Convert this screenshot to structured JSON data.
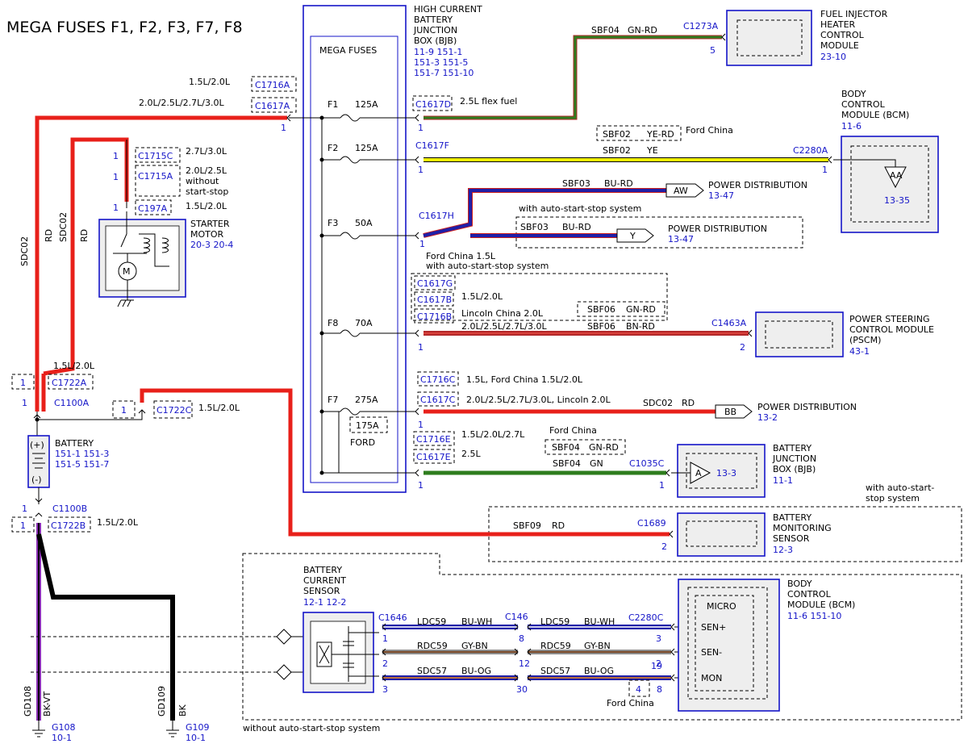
{
  "title": "MEGA FUSES F1, F2, F3, F7, F8",
  "bjb": {
    "name": "HIGH CURRENT BATTERY JUNCTION BOX (BJB)",
    "name_lines": [
      "HIGH CURRENT",
      "BATTERY",
      "JUNCTION",
      "BOX (BJB)"
    ],
    "refs": [
      "11-9   151-1",
      "151-3   151-5",
      "151-7   151-10"
    ],
    "label": "MEGA FUSES",
    "fuses": [
      {
        "id": "F1",
        "rating": "125A"
      },
      {
        "id": "F2",
        "rating": "125A"
      },
      {
        "id": "F3",
        "rating": "50A"
      },
      {
        "id": "F8",
        "rating": "70A"
      },
      {
        "id": "F7",
        "rating": "275A"
      }
    ],
    "ford_fuse": {
      "rating": "175A",
      "label": "FORD"
    }
  },
  "modules": {
    "fuel_injector": {
      "lines": [
        "FUEL INJECTOR",
        "HEATER",
        "CONTROL",
        "MODULE"
      ],
      "ref": "23-10",
      "connector": "C1273A",
      "pin": "5"
    },
    "bcm_top": {
      "lines": [
        "BODY",
        "CONTROL",
        "MODULE (BCM)"
      ],
      "ref": "11-6",
      "connector": "C2280A",
      "pin": "1",
      "terminal": "AA",
      "terminal_ref": "13-35"
    },
    "pscm": {
      "lines": [
        "POWER STEERING",
        "CONTROL MODULE",
        "(PSCM)"
      ],
      "ref": "43-1",
      "connector": "C1463A",
      "pin": "2"
    },
    "bjb_battery": {
      "lines": [
        "BATTERY",
        "JUNCTION",
        "BOX (BJB)"
      ],
      "ref": "11-1",
      "connector": "C1035C",
      "pin": "1",
      "terminal": "A",
      "terminal_ref": "13-3"
    },
    "bms": {
      "lines": [
        "BATTERY",
        "MONITORING",
        "SENSOR"
      ],
      "ref": "12-3",
      "connector": "C1689",
      "pin": "2",
      "note": [
        "with auto-start-",
        "stop system"
      ]
    },
    "bcm_bottom": {
      "lines": [
        "BODY",
        "CONTROL",
        "MODULE (BCM)"
      ],
      "refs": "11-6   151-10",
      "connector": "C2280C",
      "micro": "MICRO",
      "pins": [
        "SEN+",
        "SEN-",
        "MON"
      ],
      "pin_numbers": [
        "3",
        "2",
        "19",
        "8"
      ]
    },
    "starter": {
      "lines": [
        "STARTER",
        "MOTOR"
      ],
      "refs": "20-3   20-4"
    },
    "battery": {
      "label": "BATTERY",
      "refs": [
        "151-1   151-3",
        "151-5   151-7"
      ],
      "plus": "(+)",
      "minus": "(-)"
    },
    "bcs": {
      "lines": [
        "BATTERY",
        "CURRENT",
        "SENSOR"
      ],
      "refs": "12-1   12-2"
    }
  },
  "circuits": {
    "f1": {
      "connectors": [
        "C1716A",
        "C1617A"
      ],
      "variants": [
        "1.5L/2.0L",
        "2.0L/2.5L/2.7L/3.0L"
      ],
      "pin": "1",
      "out_connector": "C1617D",
      "out_note": "2.5L flex fuel",
      "out_pin": "1",
      "circuit": "SBF04",
      "color": "GN-RD"
    },
    "f2": {
      "out_connector": "C1617F",
      "out_pin": "1",
      "alt_circuit": "SBF02",
      "alt_color": "YE-RD",
      "alt_note": "Ford China",
      "circuit": "SBF02",
      "color": "YE"
    },
    "f3": {
      "out_connector": "C1617H",
      "out_pin": "1",
      "circuit": "SBF03",
      "color": "BU-RD",
      "dest": "POWER DISTRIBUTION",
      "dest_ref": "13-47",
      "terminal": "AW",
      "alt_header": "with auto-start-stop system",
      "alt_circuit": "SBF03",
      "alt_color": "BU-RD",
      "alt_terminal": "Y",
      "alt_dest": "POWER DISTRIBUTION",
      "alt_ref": "13-47",
      "alt_note": [
        "Ford China 1.5L",
        "with auto-start-stop system"
      ]
    },
    "f8": {
      "connectors": [
        "C1617G",
        "C1617B",
        "C1716B"
      ],
      "variants": [
        "1.5L/2.0L",
        "Lincoln China 2.0L",
        "2.0L/2.5L/2.7L/3.0L"
      ],
      "alt_circuit": "SBF06",
      "alt_color": "GN-RD",
      "circuit": "SBF06",
      "color": "BN-RD",
      "pin": "1"
    },
    "f7": {
      "connectors": [
        "C1716C",
        "C1617C"
      ],
      "variants": [
        "1.5L, Ford China 1.5L/2.0L",
        "2.0L/2.5L/2.7L/3.0L, Lincoln 2.0L"
      ],
      "pin": "1",
      "circuit": "SDC02",
      "color": "RD",
      "terminal": "BB",
      "dest": "POWER DISTRIBUTION",
      "dest_ref": "13-2"
    },
    "ford": {
      "connectors": [
        "C1716E",
        "C1617E"
      ],
      "variants": [
        "1.5L/2.0L/2.7L",
        "2.5L"
      ],
      "pin": "1",
      "alt_note": "Ford China",
      "alt_circuit": "SBF04",
      "alt_color": "GN-RD",
      "circuit": "SBF04",
      "color": "GN"
    },
    "bms_feed": {
      "circuit": "SBF09",
      "color": "RD"
    },
    "starter": {
      "connectors": [
        "C1715C",
        "C1715A",
        "C197A"
      ],
      "variants": [
        "2.7L/3.0L",
        "2.0L/2.5L without start-stop",
        "1.5L/2.0L"
      ],
      "variant_lines": [
        "2.0L/2.5L",
        "without",
        "start-stop"
      ],
      "pins": [
        "1",
        "1",
        "1"
      ]
    },
    "battery_pos": {
      "connectors": [
        "C1722A",
        "C1100A"
      ],
      "pins": [
        "1",
        "1"
      ],
      "variant": "1.5L/2.0L",
      "alt_connector": "C1722C",
      "alt_pin": "1",
      "alt_variant": "1.5L/2.0L"
    },
    "battery_neg": {
      "connectors": [
        "C1100B",
        "C1722B"
      ],
      "pins": [
        "1",
        "1"
      ],
      "variant": "1.5L/2.0L"
    },
    "vertical_labels": [
      "SDC02",
      "RD",
      "SDC02",
      "RD"
    ],
    "grounds": [
      {
        "circuit": "GD108",
        "color": "BK-VT",
        "name": "G108",
        "ref": "10-1"
      },
      {
        "circuit": "GD109",
        "color": "BK",
        "name": "G109",
        "ref": "10-1"
      }
    ],
    "sensor": {
      "connectors": [
        "C1646",
        "C146",
        "C2280C"
      ],
      "wires": [
        {
          "circuit": "LDC59",
          "color": "BU-WH",
          "pin_a": "1",
          "pin_b": "8",
          "pin_c": "3"
        },
        {
          "circuit": "RDC59",
          "color": "GY-BN",
          "pin_a": "2",
          "pin_b": "12",
          "pin_c": "2"
        },
        {
          "circuit": "SDC57",
          "color": "BU-OG",
          "pin_a": "3",
          "pin_b": "30",
          "pin_c": "8"
        }
      ],
      "alt_pins": [
        "19",
        "4"
      ],
      "alt_note": "Ford China",
      "region_note": "without auto-start-stop system"
    }
  },
  "colors": {
    "rd": "#e8201a",
    "darkrd": "#b3282a",
    "gn": "#2e7d1e",
    "ye": "#f2f200",
    "bu": "#1f1fa8",
    "vt": "#8a2fb5",
    "bk": "#000000",
    "wh": "#ffffff",
    "gy": "#8c8c8c",
    "bn": "#7a4a28",
    "og": "#ee8a1a",
    "label_blue": "#1515c8"
  }
}
